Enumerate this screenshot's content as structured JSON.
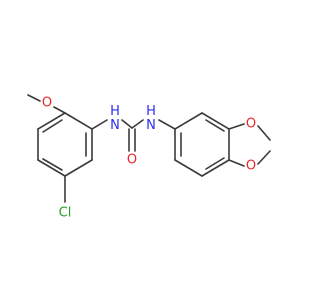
{
  "molecule": {
    "atoms": [
      {
        "id": "o-methoxy",
        "symbol": "O",
        "color": "#e8262c",
        "label": "O"
      },
      {
        "id": "n-left",
        "symbol": "N",
        "color": "#2c2cf0",
        "label": "H\nN"
      },
      {
        "id": "n-right",
        "symbol": "N",
        "color": "#2c2cf0",
        "label": "H\nN"
      },
      {
        "id": "o-carbonyl",
        "symbol": "O",
        "color": "#e8262c",
        "label": "O"
      },
      {
        "id": "o-dioxole-top",
        "symbol": "O",
        "color": "#e8262c",
        "label": "O"
      },
      {
        "id": "o-dioxole-bottom",
        "symbol": "O",
        "color": "#e8262c",
        "label": "O"
      },
      {
        "id": "cl",
        "symbol": "Cl",
        "color": "#25a025",
        "label": "Cl"
      }
    ]
  }
}
